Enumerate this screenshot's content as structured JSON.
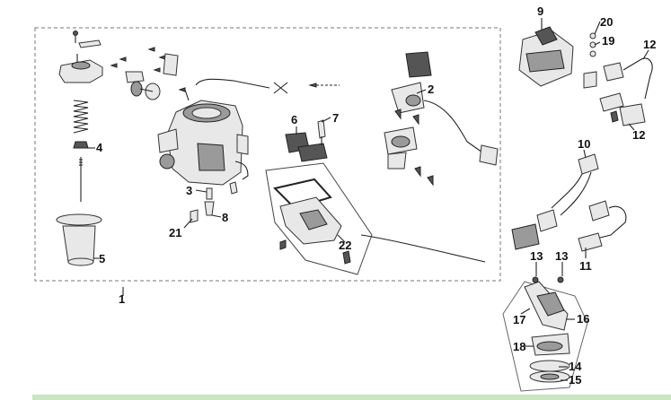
{
  "diagram": {
    "callouts": [
      {
        "id": "c1",
        "text": "1"
      },
      {
        "id": "c2",
        "text": "2"
      },
      {
        "id": "c3",
        "text": "3"
      },
      {
        "id": "c4",
        "text": "4"
      },
      {
        "id": "c5",
        "text": "5"
      },
      {
        "id": "c6",
        "text": "6"
      },
      {
        "id": "c7",
        "text": "7"
      },
      {
        "id": "c8",
        "text": "8"
      },
      {
        "id": "c9",
        "text": "9"
      },
      {
        "id": "c10",
        "text": "10"
      },
      {
        "id": "c11",
        "text": "11"
      },
      {
        "id": "c12a",
        "text": "12"
      },
      {
        "id": "c12b",
        "text": "12"
      },
      {
        "id": "c13a",
        "text": "13"
      },
      {
        "id": "c13b",
        "text": "13"
      },
      {
        "id": "c14",
        "text": "14"
      },
      {
        "id": "c15",
        "text": "15"
      },
      {
        "id": "c16",
        "text": "16"
      },
      {
        "id": "c17",
        "text": "17"
      },
      {
        "id": "c18",
        "text": "18"
      },
      {
        "id": "c19",
        "text": "19"
      },
      {
        "id": "c20",
        "text": "20"
      },
      {
        "id": "c21",
        "text": "21"
      },
      {
        "id": "c22",
        "text": "22"
      }
    ]
  },
  "colors": {
    "background": "#ffffff",
    "line": "#222222",
    "part_fill": "#e8e8e8",
    "footer_stripe": "#c8e6c0"
  }
}
